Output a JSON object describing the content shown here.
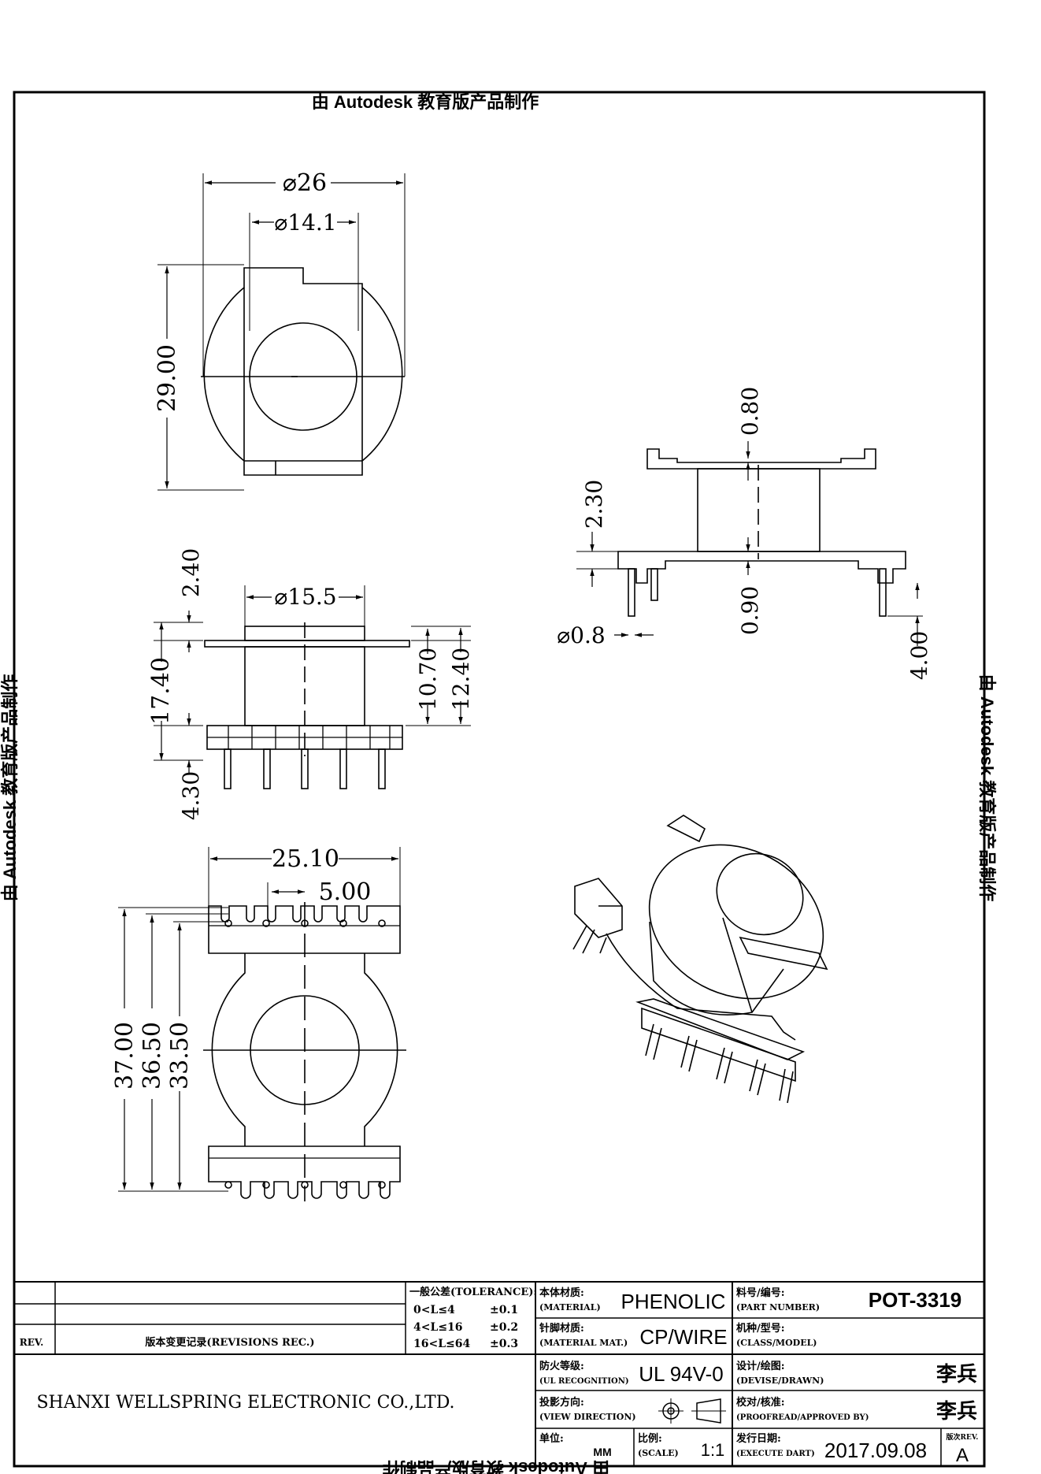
{
  "watermark": {
    "top": "由 Autodesk 教育版产品制作",
    "left": "由 Autodesk 教育版产品制作",
    "right": "由 Autodesk 教育版产品制作",
    "bottom": "由 Autodesk 教育版产品制作"
  },
  "dimensions": {
    "top_view": {
      "outer_dia": "⌀26",
      "inner_dia": "⌀14.1",
      "height": "29.00"
    },
    "front_view": {
      "top_dia": "⌀15.5",
      "flange": "2.40",
      "total": "17.40",
      "pin": "4.30",
      "body": "10.70",
      "overall": "12.40"
    },
    "bottom_view": {
      "width": "25.10",
      "pitch": "5.00",
      "h1": "37.00",
      "h2": "36.50",
      "h3": "33.50"
    },
    "side_view": {
      "d1": "0.80",
      "d2": "2.30",
      "d3": "0.90",
      "pin_dia": "⌀0.8",
      "pin_len": "4.00"
    }
  },
  "title_block": {
    "rev_label": "REV.",
    "revisions_label": "版本变更记录(REVISIONS REC.)",
    "tolerance_header": "一般公差(TOLERANCE):",
    "tolerance_rows": [
      {
        "range": "0<L≤4",
        "value": "±0.1"
      },
      {
        "range": "4<L≤16",
        "value": "±0.2"
      },
      {
        "range": "16<L≤64",
        "value": "±0.3"
      }
    ],
    "company": "SHANXI WELLSPRING ELECTRONIC CO.,LTD.",
    "material_label_cn": "本体材质:",
    "material_label_en": "(MATERIAL)",
    "material_value": "PHENOLIC",
    "wire_label_cn": "针脚材质:",
    "wire_label_en": "(MATERIAL MAT.)",
    "wire_value": "CP/WIRE",
    "ul_label_cn": "防火等级:",
    "ul_label_en": "(UL RECOGNITION)",
    "ul_value": "UL 94V-0",
    "view_label_cn": "投影方向:",
    "view_label_en": "(VIEW DIRECTION)",
    "unit_label_cn": "单位:",
    "unit_value": "MM",
    "scale_label_cn": "比例:",
    "scale_label_en": "(SCALE)",
    "scale_value": "1:1",
    "part_label_cn": "料号/编号:",
    "part_label_en": "(PART NUMBER)",
    "part_value": "POT-3319",
    "class_label_cn": "机种/型号:",
    "class_label_en": "(CLASS/MODEL)",
    "design_label_cn": "设计/绘图:",
    "design_label_en": "(DEVISE/DRAWN)",
    "design_value": "李兵",
    "approve_label_cn": "校对/核准:",
    "approve_label_en": "(PROOFREAD/APPROVED BY)",
    "approve_value": "李兵",
    "date_label_cn": "发行日期:",
    "date_label_en": "(EXECUTE DART)",
    "date_value": "2017.09.08",
    "version_label": "版次REV.",
    "version_value": "A"
  }
}
